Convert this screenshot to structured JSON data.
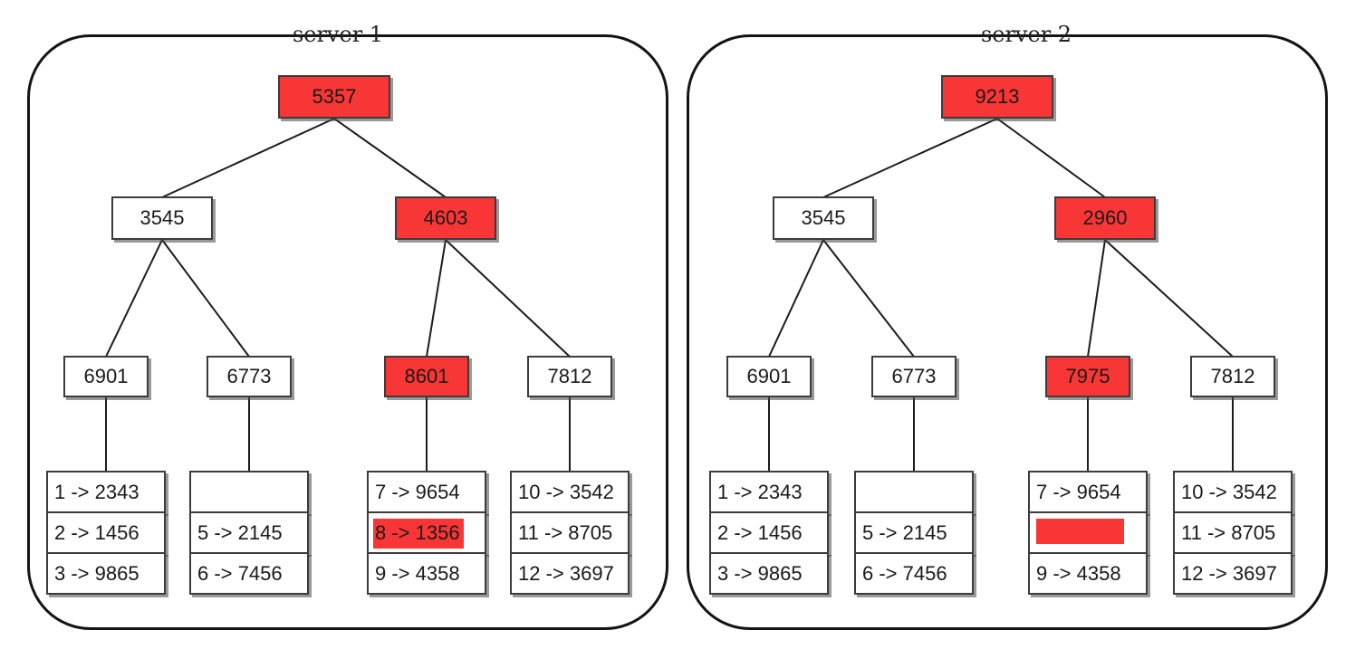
{
  "figure": {
    "description": "Two Merkle hash trees compared between servers; red nodes mark hash mismatches",
    "colors": {
      "mismatch_red": "#f93636",
      "node_white": "#ffffff"
    }
  },
  "servers": [
    {
      "title": "server 1",
      "root": {
        "label": "5357",
        "fill": "#f93636"
      },
      "level2": [
        {
          "label": "3545",
          "fill": "#ffffff"
        },
        {
          "label": "4603",
          "fill": "#f93636"
        }
      ],
      "level3": [
        {
          "label": "6901",
          "fill": "#ffffff"
        },
        {
          "label": "6773",
          "fill": "#ffffff"
        },
        {
          "label": "8601",
          "fill": "#f93636"
        },
        {
          "label": "7812",
          "fill": "#ffffff"
        }
      ],
      "tables": [
        {
          "rows": [
            {
              "text": "1 -> 2343"
            },
            {
              "text": "2 -> 1456"
            },
            {
              "text": "3 -> 9865"
            }
          ]
        },
        {
          "rows": [
            {
              "text": ""
            },
            {
              "text": "5 -> 2145"
            },
            {
              "text": "6 -> 7456"
            }
          ]
        },
        {
          "rows": [
            {
              "text": "7 -> 9654"
            },
            {
              "text": "8 -> 1356",
              "text_bg": "#f93636"
            },
            {
              "text": "9 -> 4358"
            }
          ]
        },
        {
          "rows": [
            {
              "text": "10 -> 3542"
            },
            {
              "text": "11 -> 8705"
            },
            {
              "text": "12 -> 3697"
            }
          ]
        }
      ]
    },
    {
      "title": "server 2",
      "root": {
        "label": "9213",
        "fill": "#f93636"
      },
      "level2": [
        {
          "label": "3545",
          "fill": "#ffffff"
        },
        {
          "label": "2960",
          "fill": "#f93636"
        }
      ],
      "level3": [
        {
          "label": "6901",
          "fill": "#ffffff"
        },
        {
          "label": "6773",
          "fill": "#ffffff"
        },
        {
          "label": "7975",
          "fill": "#f93636"
        },
        {
          "label": "7812",
          "fill": "#ffffff"
        }
      ],
      "tables": [
        {
          "rows": [
            {
              "text": "1 -> 2343"
            },
            {
              "text": "2 -> 1456"
            },
            {
              "text": "3 -> 9865"
            }
          ]
        },
        {
          "rows": [
            {
              "text": ""
            },
            {
              "text": "5 -> 2145"
            },
            {
              "text": "6 -> 7456"
            }
          ]
        },
        {
          "rows": [
            {
              "text": "7 -> 9654"
            },
            {
              "text": "",
              "text_bg": "#f93636"
            },
            {
              "text": "9 -> 4358"
            }
          ]
        },
        {
          "rows": [
            {
              "text": "10 -> 3542"
            },
            {
              "text": "11 -> 8705"
            },
            {
              "text": "12 -> 3697"
            }
          ]
        }
      ]
    }
  ]
}
